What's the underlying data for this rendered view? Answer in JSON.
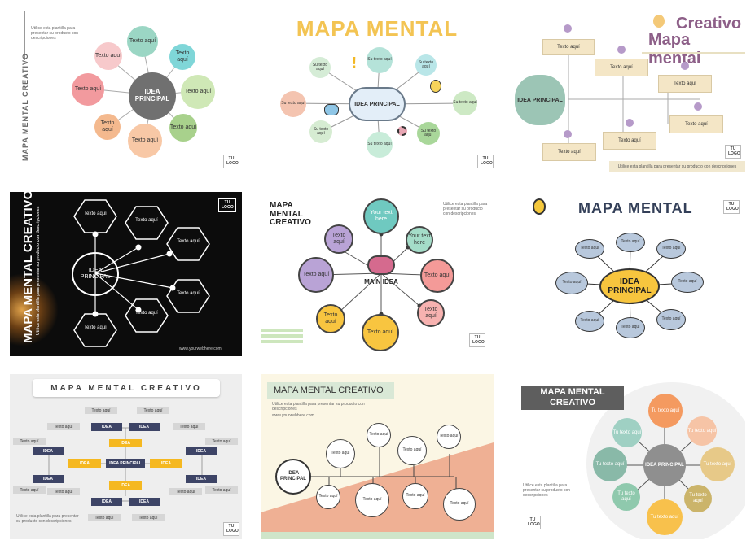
{
  "t1": {
    "title": "MAPA MENTAL CREATIVO",
    "desc": "Utilice esta plantilla para presentar su producto con descripciones",
    "center": "IDEA PRINCIPAL",
    "node": "Texto aquí",
    "logo": "TU LOGO"
  },
  "t2": {
    "title": "MAPA MENTAL",
    "center": "IDEA PRINCIPAL",
    "node": "Su texto aquí",
    "logo": "TU LOGO"
  },
  "t3": {
    "title_line1": "Creativo",
    "title_line2": "Mapa mental",
    "center": "IDEA PRINCIPAL",
    "node": "Texto aquí",
    "footer": "Utilice esta plantilla para presentar su producto con descripciones",
    "logo": "TU LOGO"
  },
  "t4": {
    "title": "MAPA MENTAL CREATIVO",
    "desc": "Utilice esta plantilla para presentar su producto con descripciones",
    "center": "IDEA PRINCIPAL",
    "node": "Texto aquí",
    "logo": "TU LOGO",
    "url": "www.yourwebhere.com"
  },
  "t5": {
    "title": "MAPA MENTAL CREATIVO",
    "desc": "Utilice esta plantilla para presentar su producto con descripciones",
    "center": "MAIN IDEA",
    "node_en": "Your text here",
    "node": "Texto aquí",
    "logo": "TU LOGO"
  },
  "t6": {
    "title": "MAPA MENTAL",
    "center": "IDEA PRINCIPAL",
    "node": "Texto aquí",
    "logo": "TU LOGO"
  },
  "t7": {
    "title": "MAPA MENTAL CREATIVO",
    "center": "IDEA PRINCIPAL",
    "idea": "IDEA",
    "node": "Texto aquí",
    "desc": "Utilice esta plantilla para presentar su producto con descripciones",
    "logo": "TU LOGO"
  },
  "t8": {
    "title": "MAPA MENTAL CREATIVO",
    "desc": "Utilice esta plantilla para presentar su producto con descripciones",
    "url": "www.yourwebhere.com",
    "center": "IDEA PRINCIPAL",
    "node": "Texto aquí"
  },
  "t9": {
    "title_line1": "MAPA MENTAL",
    "title_line2": "CREATIVO",
    "center": "IDEA PRINCIPAL",
    "node": "Tu texto aquí",
    "desc": "Utilice esta plantilla para presentar su producto con descripciones",
    "logo": "TU LOGO"
  },
  "colors": {
    "t1_center": "#707070",
    "t2_title": "#f3c453",
    "t4_bg": "#0c0c0c",
    "t7_idea": "#3d4466",
    "t7_yellow": "#f5b820",
    "t8_peach": "#efb094",
    "t9_center": "#8f8f8f"
  }
}
